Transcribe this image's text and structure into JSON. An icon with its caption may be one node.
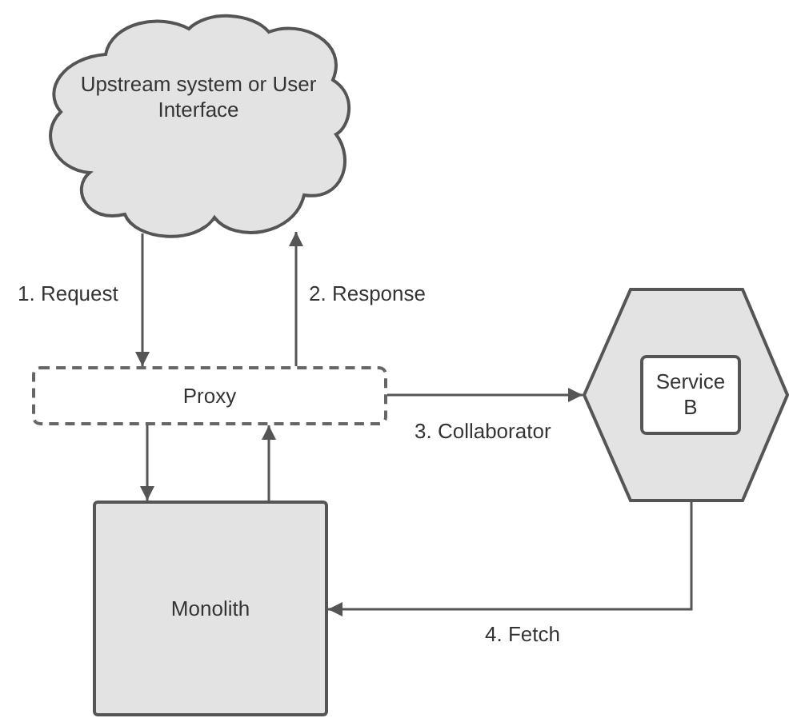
{
  "diagram": {
    "nodes": [
      {
        "text": [
          "Upstream system or User Interface"
        ]
      },
      {
        "text": [
          "Proxy"
        ]
      },
      {
        "text": [],
        "shape": "hexagon"
      },
      {
        "text": [
          "Service B"
        ],
        "in": 2
      },
      {
        "text": [
          "Monolith"
        ]
      }
    ],
    "edges": [
      {
        "from": 0,
        "to": 1,
        "arrow": "to",
        "label": "1. Request"
      },
      {
        "from": 1,
        "to": 0,
        "arrow": "to",
        "label": "2. Response"
      },
      {
        "from": 1,
        "to": 2,
        "arrow": "to",
        "label": "3. Collaborator"
      },
      {
        "from": 1,
        "to": 4,
        "arrow": "to"
      },
      {
        "from": 4,
        "to": 1,
        "arrow": "to"
      },
      {
        "from": 2,
        "to": 4,
        "arrow": "to",
        "label": "4. Fetch"
      }
    ]
  }
}
